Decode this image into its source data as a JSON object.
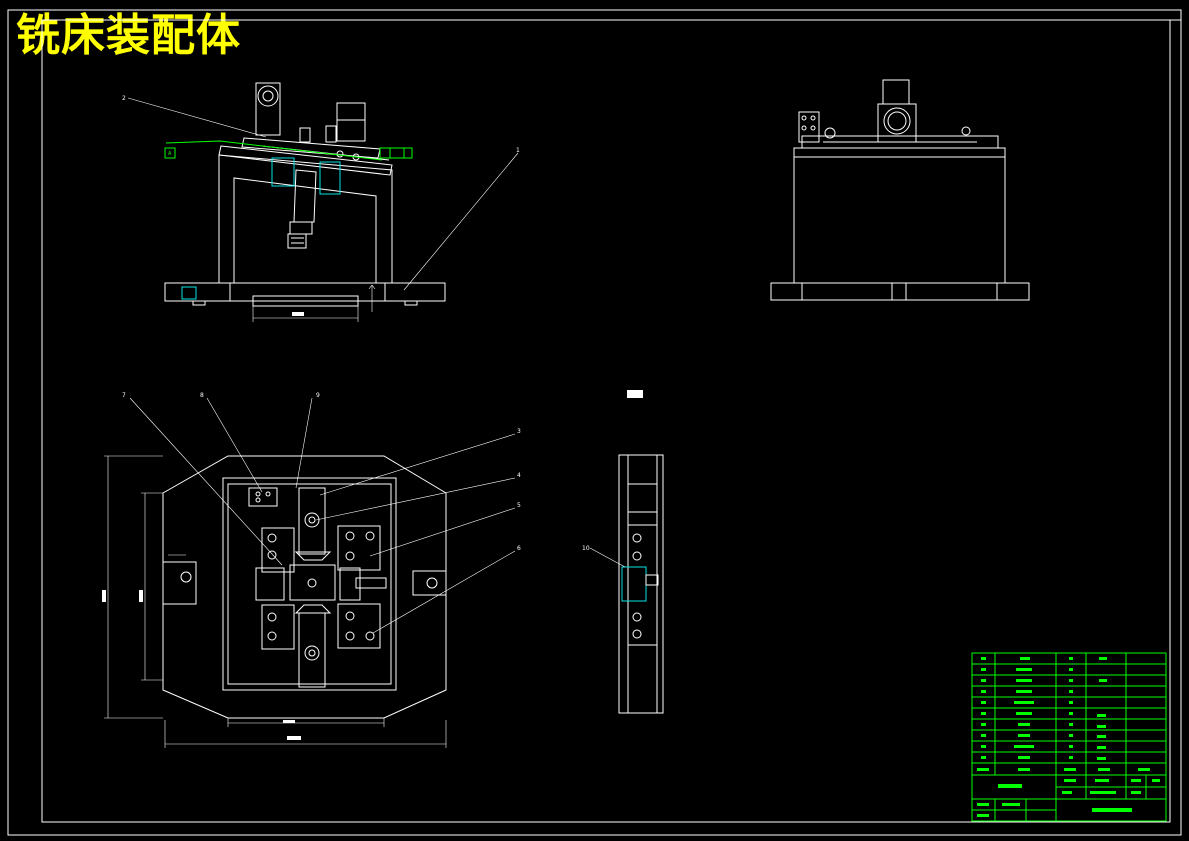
{
  "title": "铣床装配体",
  "balloons": {
    "front_2": "2",
    "front_1": "1",
    "top_7": "7",
    "top_8": "8",
    "top_9": "9",
    "top_3": "3",
    "top_4": "4",
    "top_5": "5",
    "top_6": "6",
    "side_10": "10"
  },
  "colors": {
    "background": "#000000",
    "title": "#ffff00",
    "outline": "#ffffff",
    "annotation": "#00ff00",
    "section": "#00e5e5"
  }
}
